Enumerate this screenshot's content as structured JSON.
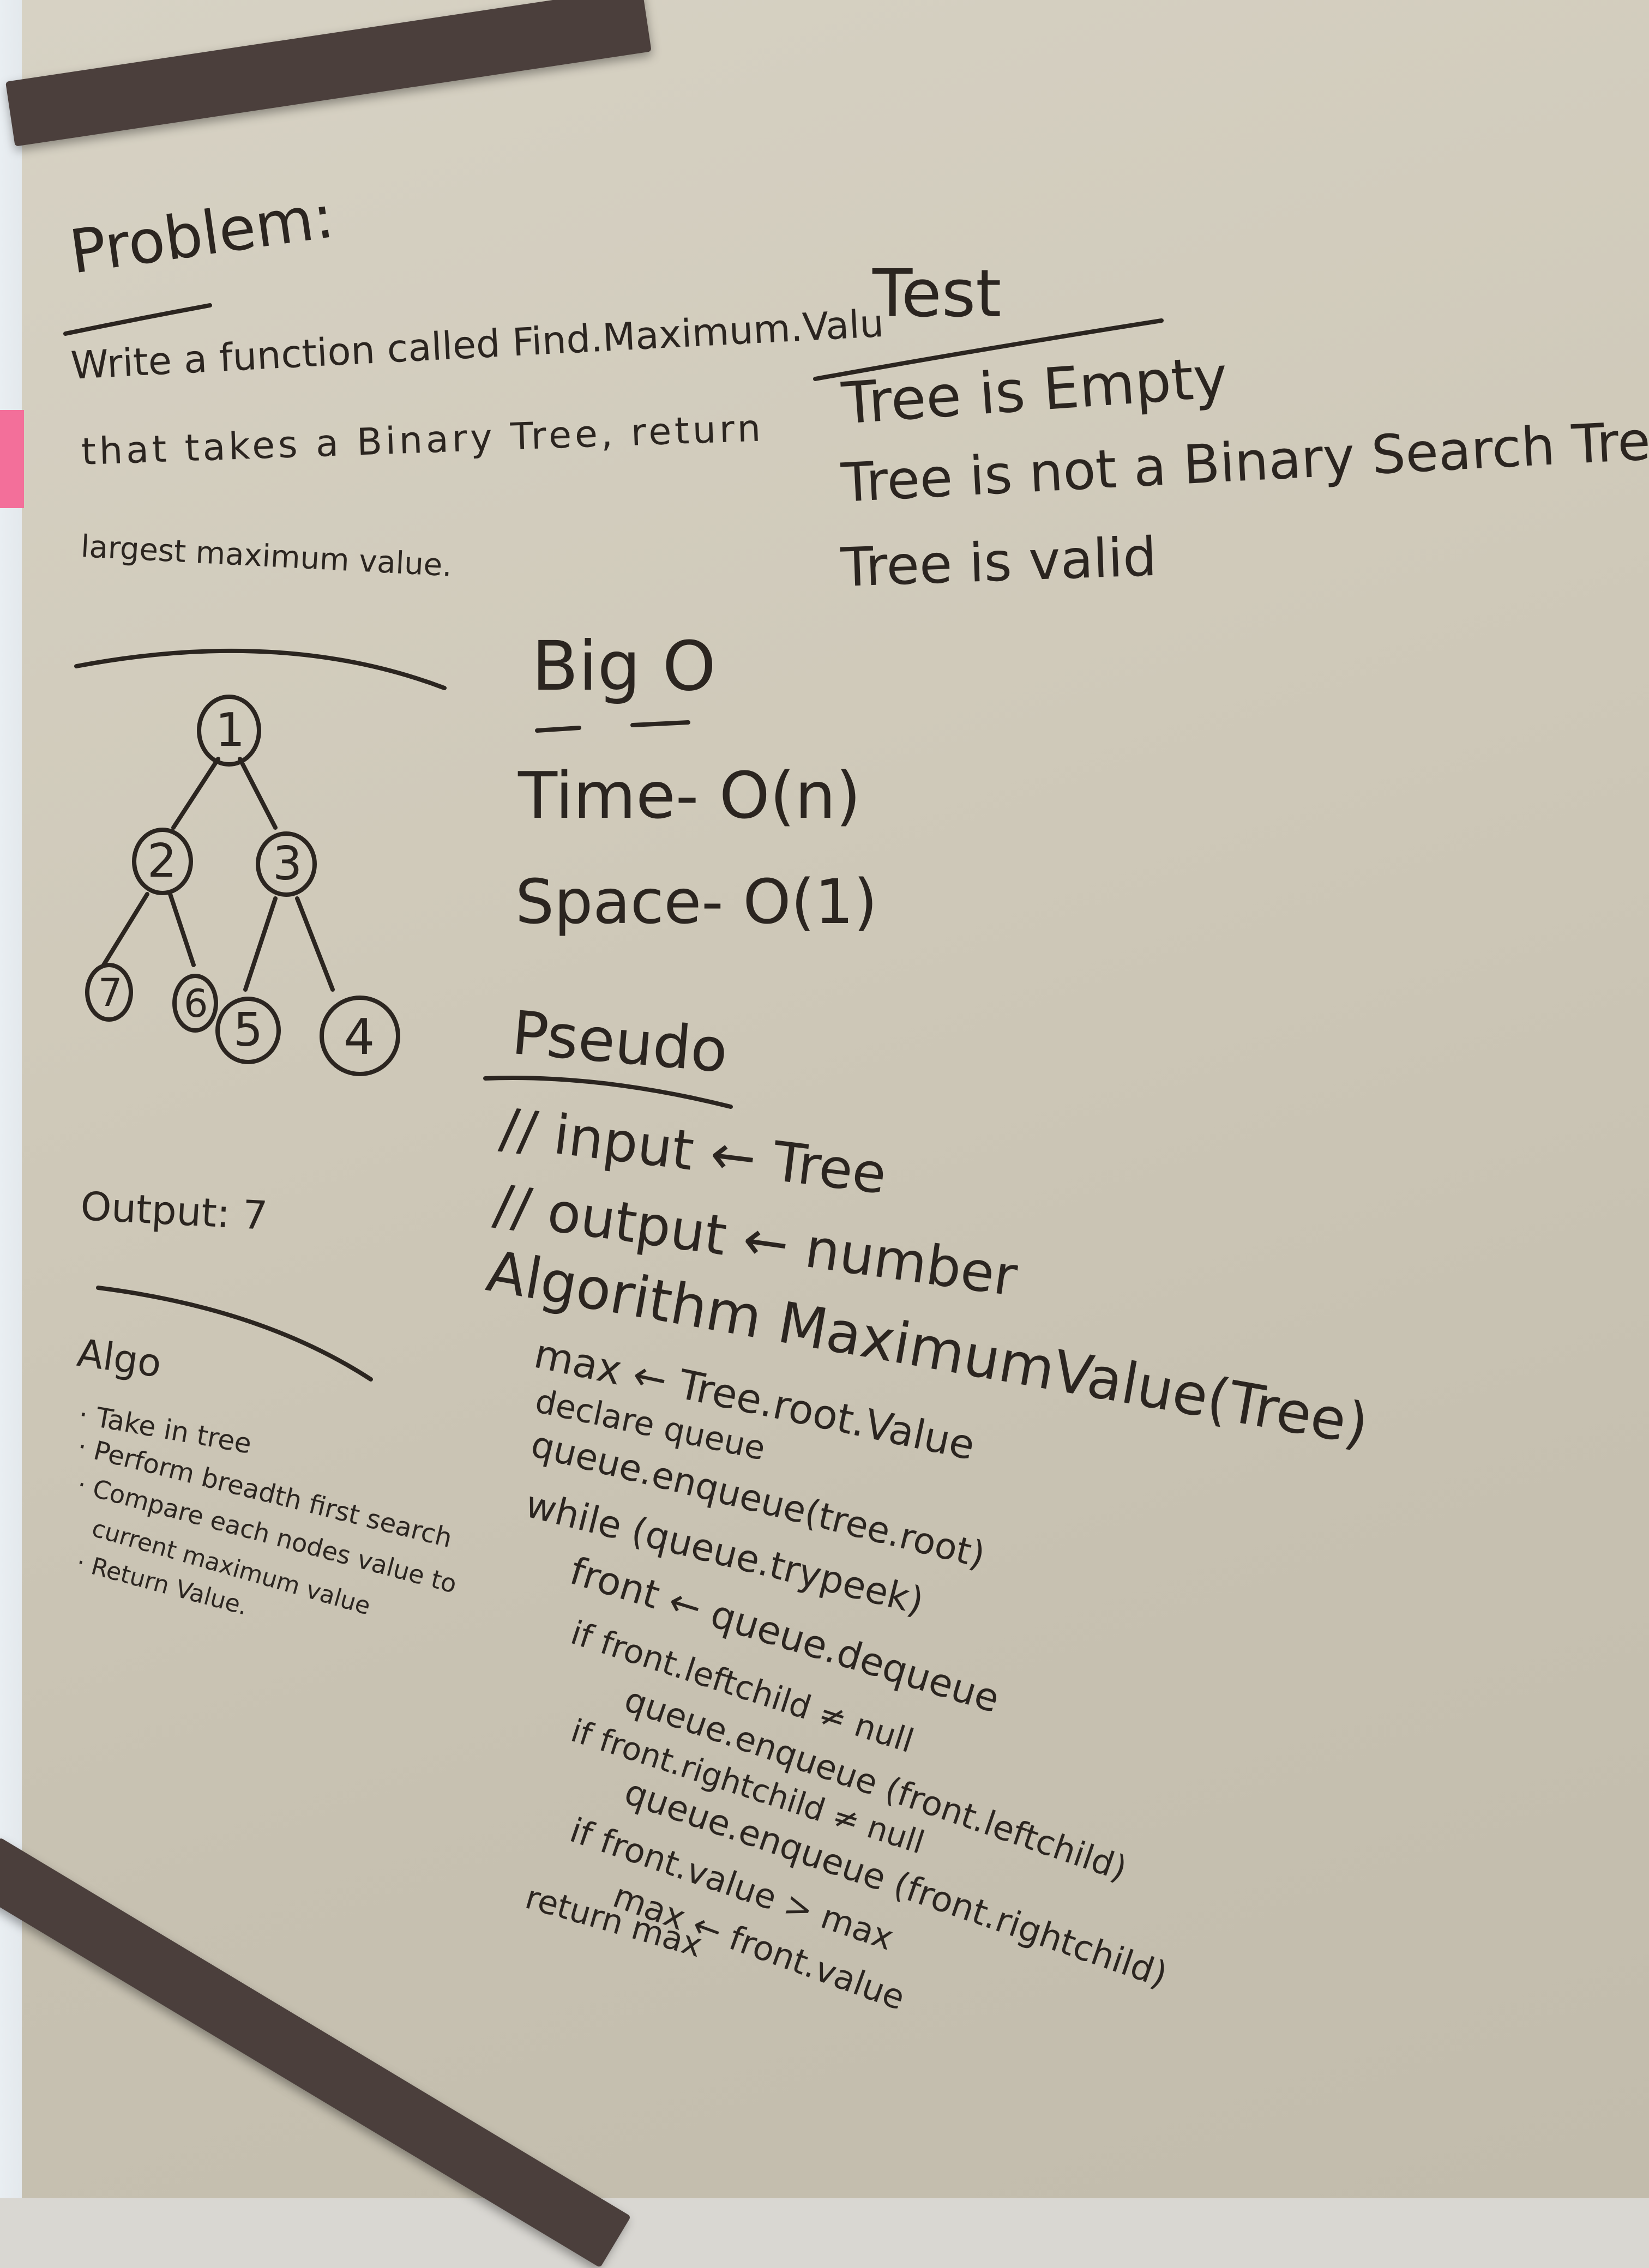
{
  "problem": {
    "heading": "Problem:",
    "lines": [
      "Write a function called Find.Maximum.Valu",
      "that takes a Binary Tree, return",
      "largest maximum value."
    ]
  },
  "test": {
    "heading": "Test",
    "items": [
      "Tree is Empty",
      "Tree is not a Binary Search Tree",
      "Tree is valid"
    ]
  },
  "big_o": {
    "heading": "Big O",
    "time": "Time- O(n)",
    "space": "Space- O(1)"
  },
  "tree": {
    "nodes": [
      "1",
      "2",
      "3",
      "7",
      "6",
      "5",
      "4"
    ]
  },
  "output": "Output: 7",
  "algo": {
    "heading": "Algo",
    "steps": [
      "· Take in tree",
      "· Perform breadth first search",
      "· Compare each nodes value to",
      "  current maximum value",
      "· Return Value."
    ]
  },
  "pseudo": {
    "heading": "Pseudo",
    "lines": [
      "// input ← Tree",
      "// output ← number",
      "Algorithm MaximumValue(Tree)",
      "max ← Tree.root.Value",
      "declare queue",
      "queue.enqueue(tree.root)",
      "while (queue.trypeek)",
      "front ← queue.dequeue",
      "if front.leftchild ≠ null",
      "queue.enqueue (front.leftchild)",
      "if front.rightchild ≠ null",
      "queue.enqueue (front.rightchild)",
      "if front.value > max",
      "max ← front.value",
      "return max"
    ]
  },
  "colors": {
    "ink": "#2b2520",
    "board": "#cfc9b9",
    "rail": "#4b3f3c",
    "sticky_note": "#f36f9a"
  }
}
